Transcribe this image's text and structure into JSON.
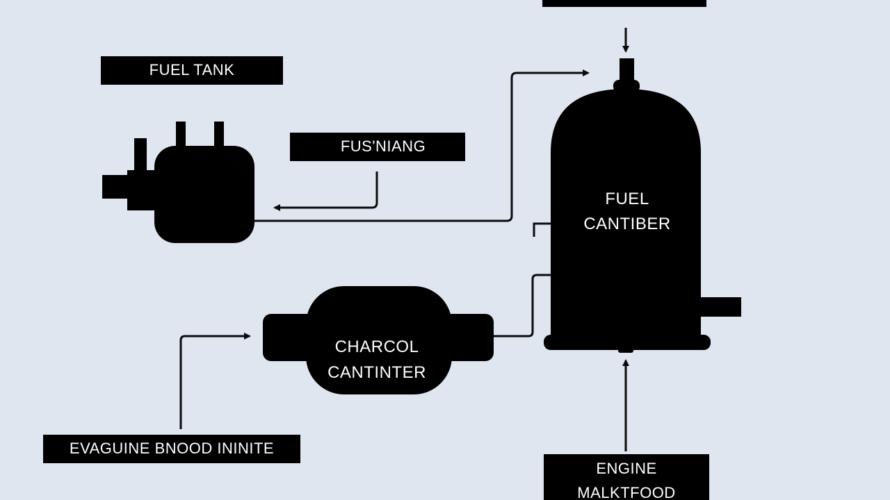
{
  "diagram": {
    "labels": {
      "fuel_tank": "FUEL TANK",
      "fueling": "FUS'NIANG",
      "evap_line": "EVAGUINE BNOOD ININITE",
      "engine_line1": "ENGINE",
      "engine_line2": "MALKTFOOD"
    },
    "components": {
      "canister_line1": "FUEL",
      "canister_line2": "CANTIBER",
      "charcoal_line1": "CHARCOL",
      "charcoal_line2": "CANTINTER"
    },
    "colors": {
      "background": "#dfe6ef",
      "shapes": "#000000",
      "text": "#ffffff"
    }
  }
}
